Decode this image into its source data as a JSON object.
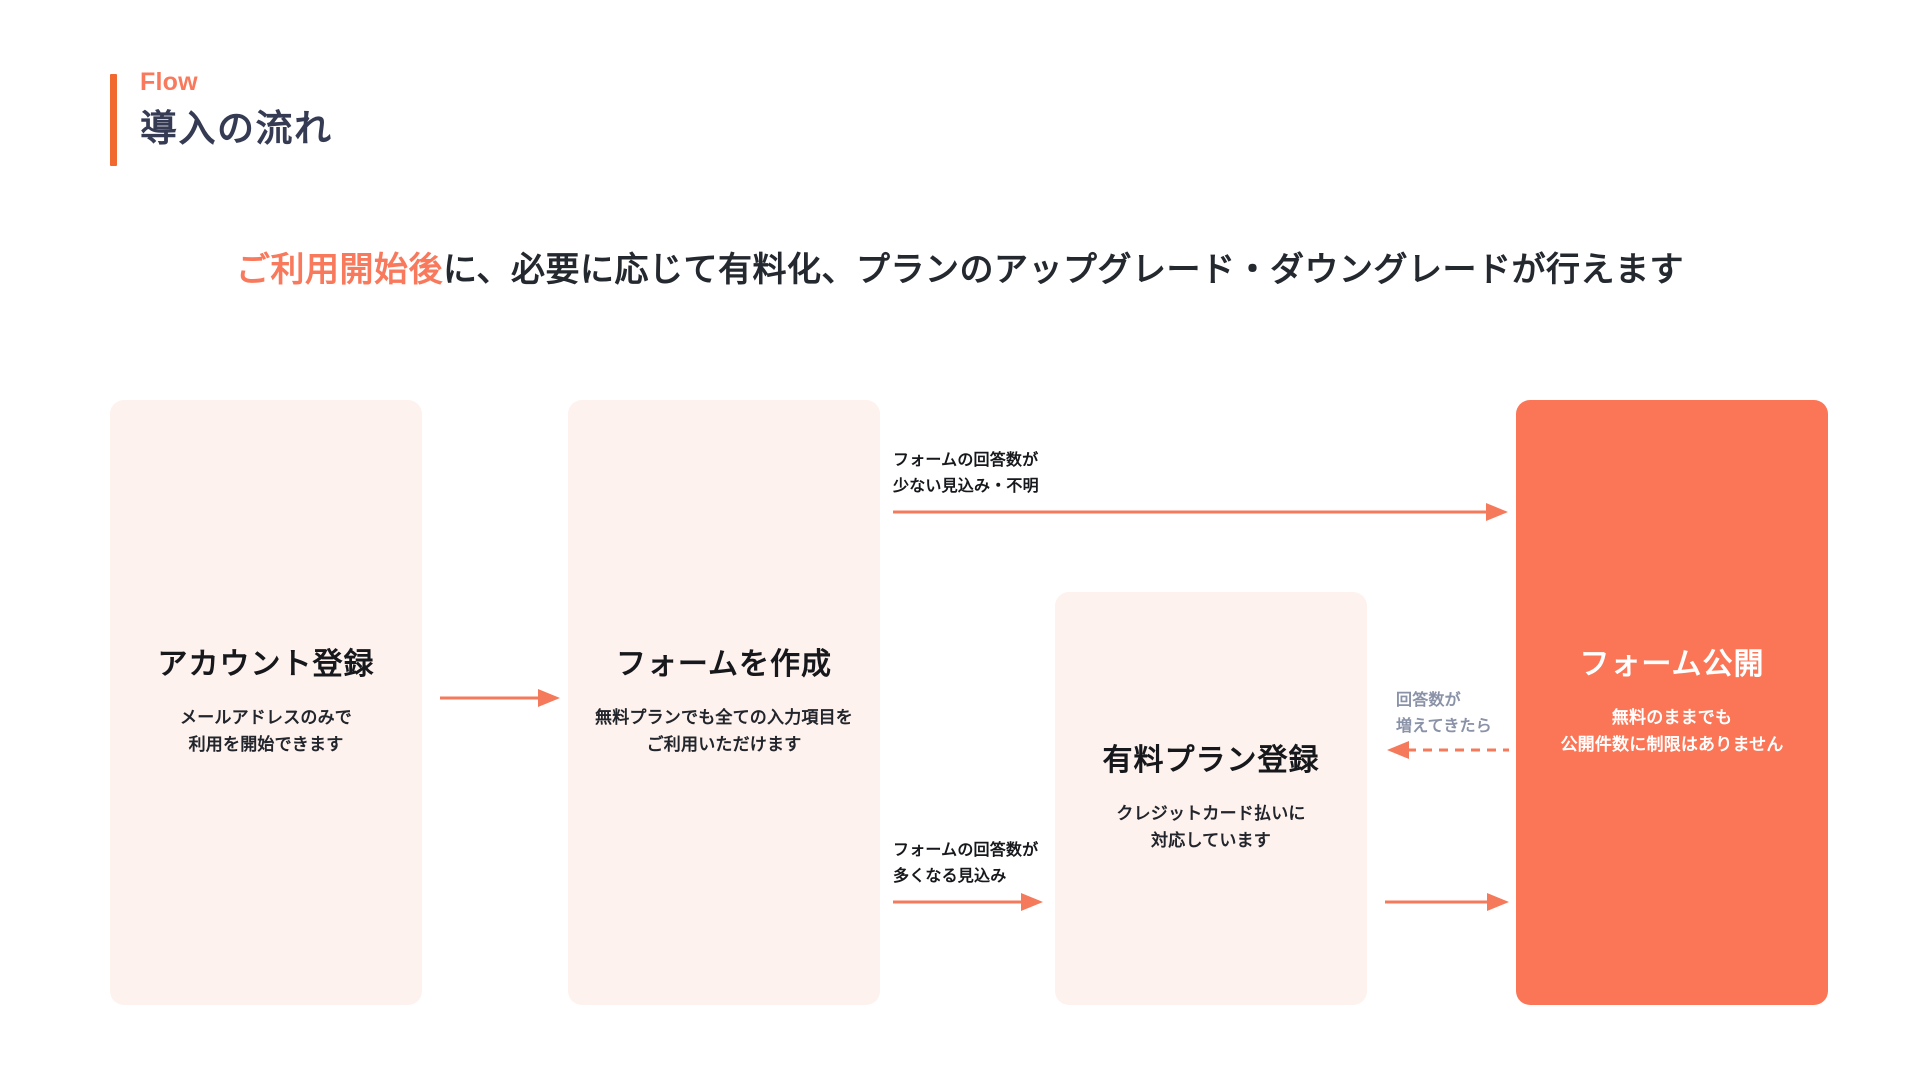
{
  "header": {
    "eyebrow": "Flow",
    "title": "導入の流れ",
    "accent_color": "#F2692F",
    "eyebrow_color": "#F8795C",
    "title_color": "#363B54"
  },
  "lead": {
    "highlight": "ご利用開始後",
    "rest": "に、必要に応じて有料化、プランのアップグレード・ダウングレードが行えます",
    "highlight_color": "#F8795C",
    "text_color": "#24282F"
  },
  "colors": {
    "card_soft_bg": "#FDF2EE",
    "card_solid_bg": "#FB7656",
    "arrow": "#F57A5B",
    "muted_text": "#8A92A8",
    "page_bg": "#FFFFFF"
  },
  "steps": [
    {
      "id": "account",
      "title": "アカウント登録",
      "desc_lines": [
        "メールアドレスのみで",
        "利用を開始できます"
      ],
      "style": "soft"
    },
    {
      "id": "form",
      "title": "フォームを作成",
      "desc_lines": [
        "無料プランでも全ての入力項目を",
        "ご利用いただけます"
      ],
      "style": "soft"
    },
    {
      "id": "paid",
      "title": "有料プラン登録",
      "desc_lines": [
        "クレジットカード払いに",
        "対応しています"
      ],
      "style": "soft"
    },
    {
      "id": "publish",
      "title": "フォーム公開",
      "desc_lines": [
        "無料のままでも",
        "公開件数に制限はありません"
      ],
      "style": "solid"
    }
  ],
  "connectors": [
    {
      "id": "account-to-form",
      "label_lines": [],
      "style": "solid",
      "direction": "right"
    },
    {
      "id": "form-to-publish",
      "label_lines": [
        "フォームの回答数が",
        "少ない見込み・不明"
      ],
      "style": "solid",
      "direction": "right"
    },
    {
      "id": "form-to-paid",
      "label_lines": [
        "フォームの回答数が",
        "多くなる見込み"
      ],
      "style": "solid",
      "direction": "right"
    },
    {
      "id": "paid-to-publish",
      "label_lines": [],
      "style": "solid",
      "direction": "right"
    },
    {
      "id": "publish-to-paid",
      "label_lines": [
        "回答数が",
        "増えてきたら"
      ],
      "style": "dashed",
      "direction": "left"
    }
  ]
}
